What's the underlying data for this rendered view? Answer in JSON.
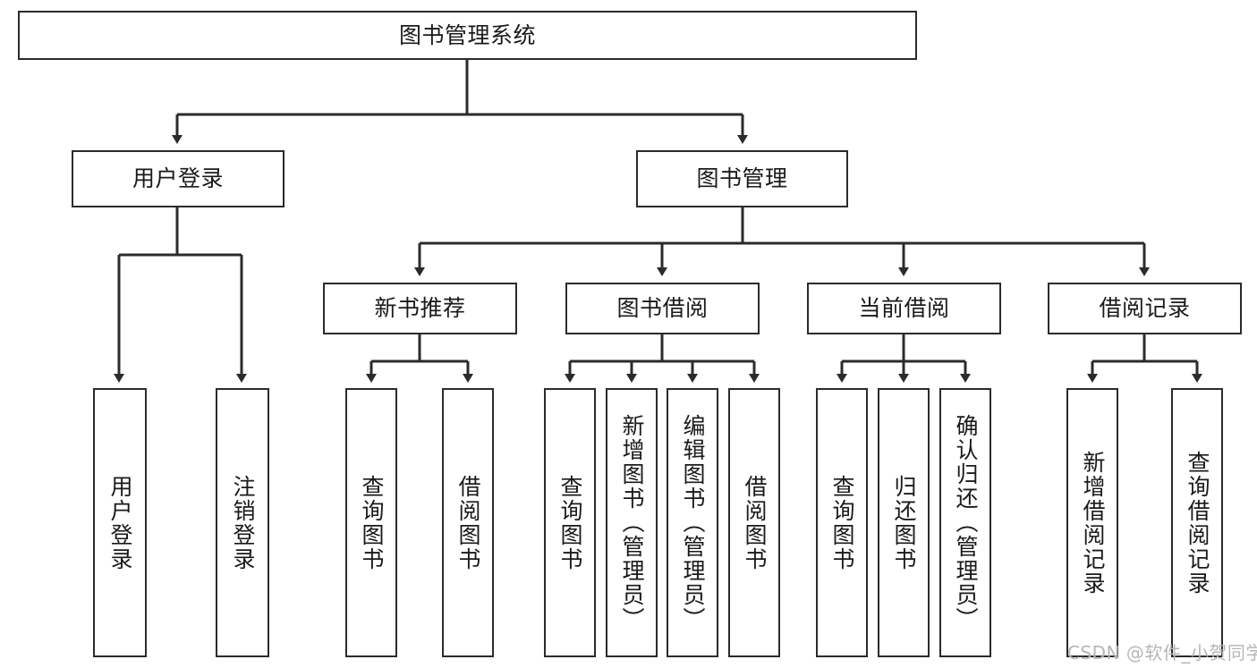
{
  "diagram": {
    "type": "tree-hierarchy-chart",
    "title": "图书管理系统",
    "root": {
      "label": "图书管理系统"
    },
    "level2": [
      {
        "id": "user-login",
        "label": "用户登录"
      },
      {
        "id": "book-management",
        "label": "图书管理"
      }
    ],
    "level3": [
      {
        "id": "new-book-recommend",
        "label": "新书推荐",
        "parent": "book-management"
      },
      {
        "id": "book-borrow",
        "label": "图书借阅",
        "parent": "book-management"
      },
      {
        "id": "current-borrow",
        "label": "当前借阅",
        "parent": "book-management"
      },
      {
        "id": "borrow-record",
        "label": "借阅记录",
        "parent": "book-management"
      }
    ],
    "leaves": [
      {
        "id": "leaf-user-login",
        "label": "用户登录",
        "parent": "user-login"
      },
      {
        "id": "leaf-logout",
        "label": "注销登录",
        "parent": "user-login"
      },
      {
        "id": "leaf-query-book-1",
        "label": "查询图书",
        "parent": "new-book-recommend"
      },
      {
        "id": "leaf-borrow-book-1",
        "label": "借阅图书",
        "parent": "new-book-recommend"
      },
      {
        "id": "leaf-query-book-2",
        "label": "查询图书",
        "parent": "book-borrow"
      },
      {
        "id": "leaf-add-book",
        "label": "新增图书（管理员）",
        "parent": "book-borrow"
      },
      {
        "id": "leaf-edit-book",
        "label": "编辑图书（管理员）",
        "parent": "book-borrow"
      },
      {
        "id": "leaf-borrow-book-2",
        "label": "借阅图书",
        "parent": "book-borrow"
      },
      {
        "id": "leaf-query-book-3",
        "label": "查询图书",
        "parent": "current-borrow"
      },
      {
        "id": "leaf-return-book",
        "label": "归还图书",
        "parent": "current-borrow"
      },
      {
        "id": "leaf-confirm-return",
        "label": "确认归还（管理员）",
        "parent": "current-borrow"
      },
      {
        "id": "leaf-add-record",
        "label": "新增借阅记录",
        "parent": "borrow-record"
      },
      {
        "id": "leaf-query-record",
        "label": "查询借阅记录",
        "parent": "borrow-record"
      }
    ],
    "colors": {
      "stroke": "#2b2b2b",
      "fill": "#ffffff",
      "text": "#1a1a1a",
      "watermark": "#b6b6b6"
    }
  },
  "watermark": {
    "text": "CSDN @软件_小贺同学"
  }
}
